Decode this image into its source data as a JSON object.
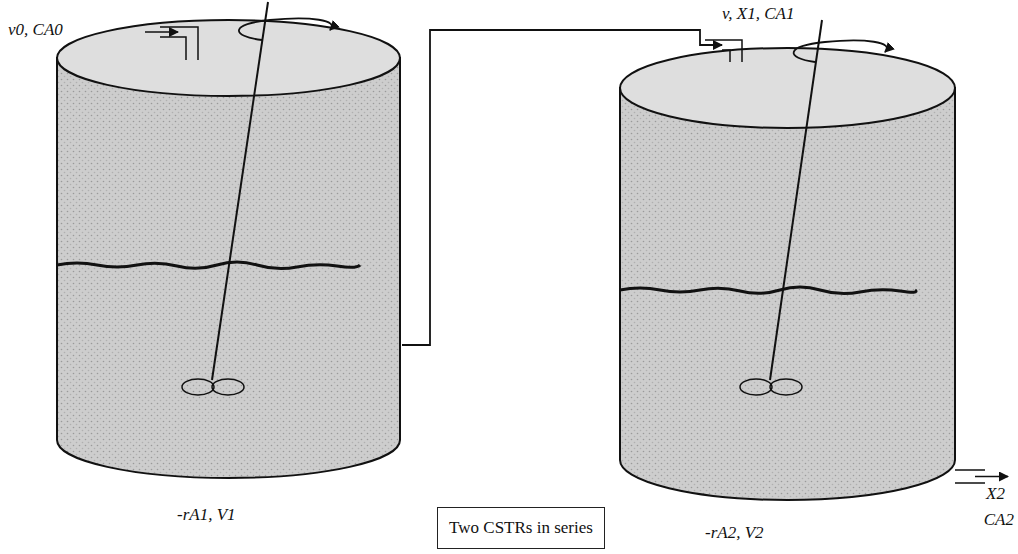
{
  "diagram": {
    "nodes": [
      {
        "text": [
          "-rA1, V1"
        ]
      },
      {
        "text": [
          "-rA2, V2"
        ]
      },
      {
        "text": [
          "Two CSTRs in series"
        ]
      }
    ],
    "edges": [
      {
        "from": 0,
        "to": 1,
        "arrow": "to"
      }
    ],
    "labels": [
      "v0, CA0",
      "v, X1, CA1",
      "X2",
      "CA2"
    ]
  }
}
